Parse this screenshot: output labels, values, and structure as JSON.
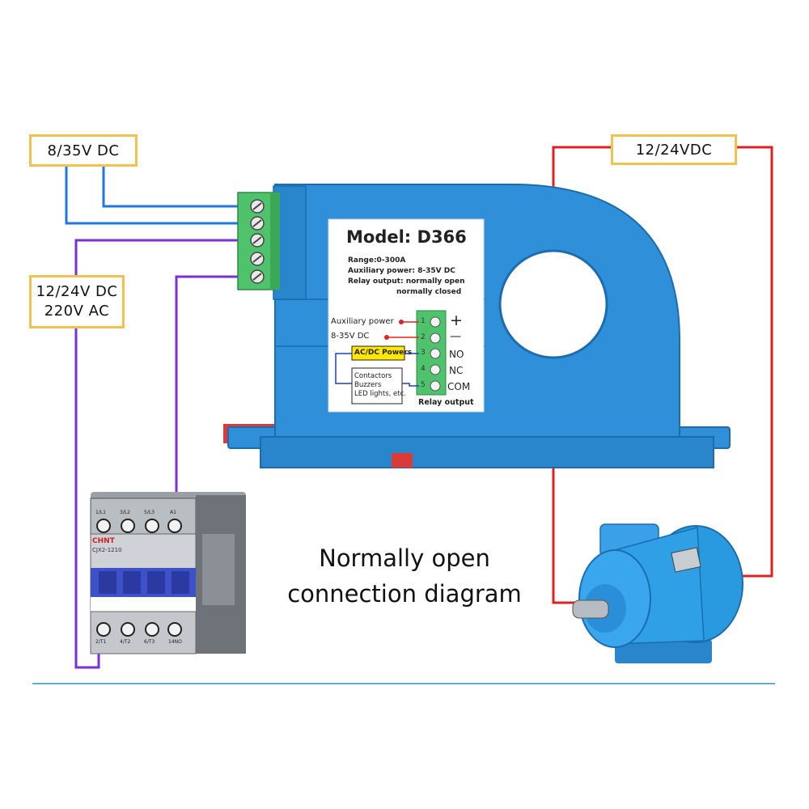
{
  "labels": {
    "aux_supply": "8/35V DC",
    "load_supply_line1": "12/24V DC",
    "load_supply_line2": "220V AC",
    "motor_supply": "12/24VDC"
  },
  "caption": {
    "line1": "Normally open",
    "line2": "connection diagram"
  },
  "device": {
    "model": "Model: D366",
    "range": "Range:0-300A",
    "aux_power": "Auxiliary power: 8-35V DC",
    "relay_output_line1": "Relay output: normally open",
    "relay_output_line2": "normally closed",
    "aux_power_label": "Auxiliary power",
    "aux_power_voltage": "8-35V DC",
    "acdc_power": "AC/DC Powers",
    "load_line1": "Contactors",
    "load_line2": "Buzzers",
    "load_line3": "LED lights, etc.",
    "relay_output_label": "Relay output",
    "terminals": [
      {
        "num": "1",
        "sign": "+"
      },
      {
        "num": "2",
        "sign": "—"
      },
      {
        "num": "3",
        "sign": "NO"
      },
      {
        "num": "4",
        "sign": "NC"
      },
      {
        "num": "5",
        "sign": "COM"
      }
    ]
  },
  "contactor": {
    "brand": "CHNT",
    "model": "CJX2-1210",
    "top_terminals": [
      "1/L1",
      "3/L2",
      "5/L3",
      "A1"
    ],
    "bottom_terminals": [
      "2/T1",
      "4/T2",
      "6/T3",
      "14NO"
    ]
  },
  "colors": {
    "device_blue": "#2f8fd8",
    "wire_blue": "#1f78e0",
    "wire_purple": "#7b2fd6",
    "wire_red": "#e32020",
    "label_border": "#f2c14e",
    "terminal_green": "#4fc36b",
    "motor_blue": "#2a9ae0"
  }
}
